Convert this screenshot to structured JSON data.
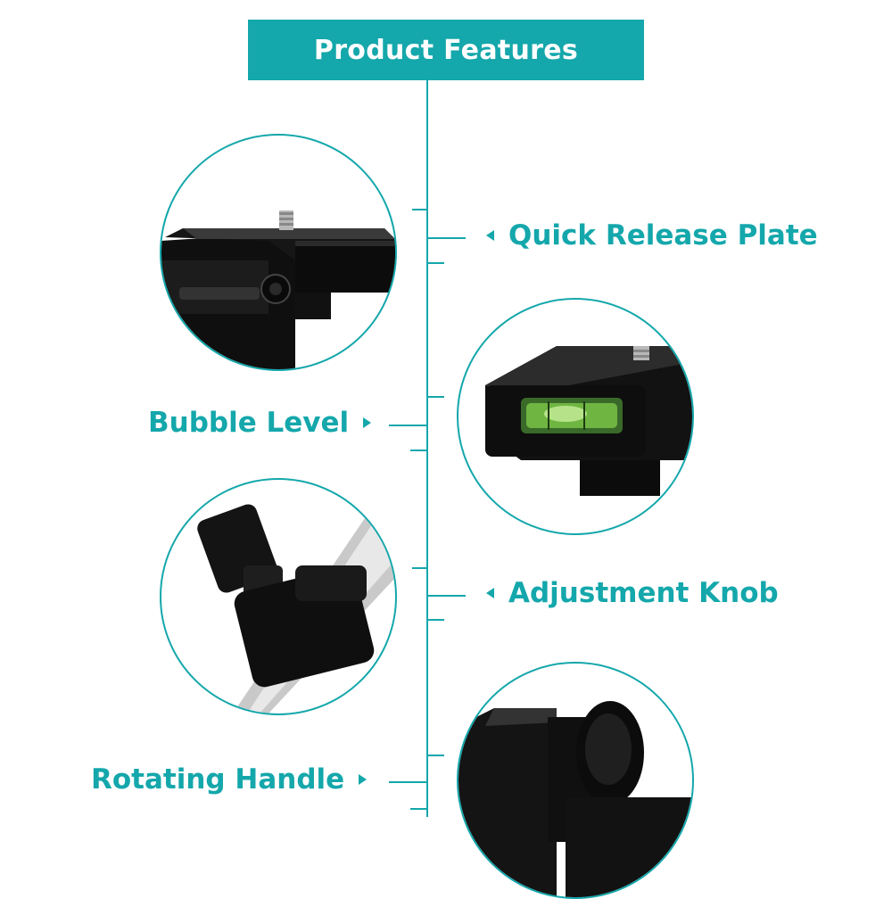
{
  "header": {
    "title": "Product Features"
  },
  "features": [
    {
      "label": "Quick Release Plate",
      "image": "quick-release-plate-photo"
    },
    {
      "label": "Bubble Level",
      "image": "bubble-level-photo"
    },
    {
      "label": "Adjustment Knob",
      "image": "adjustment-knob-photo"
    },
    {
      "label": "Rotating Handle",
      "image": "rotating-handle-photo"
    }
  ],
  "colors": {
    "accent": "#14a7ab",
    "background": "#ffffff"
  }
}
